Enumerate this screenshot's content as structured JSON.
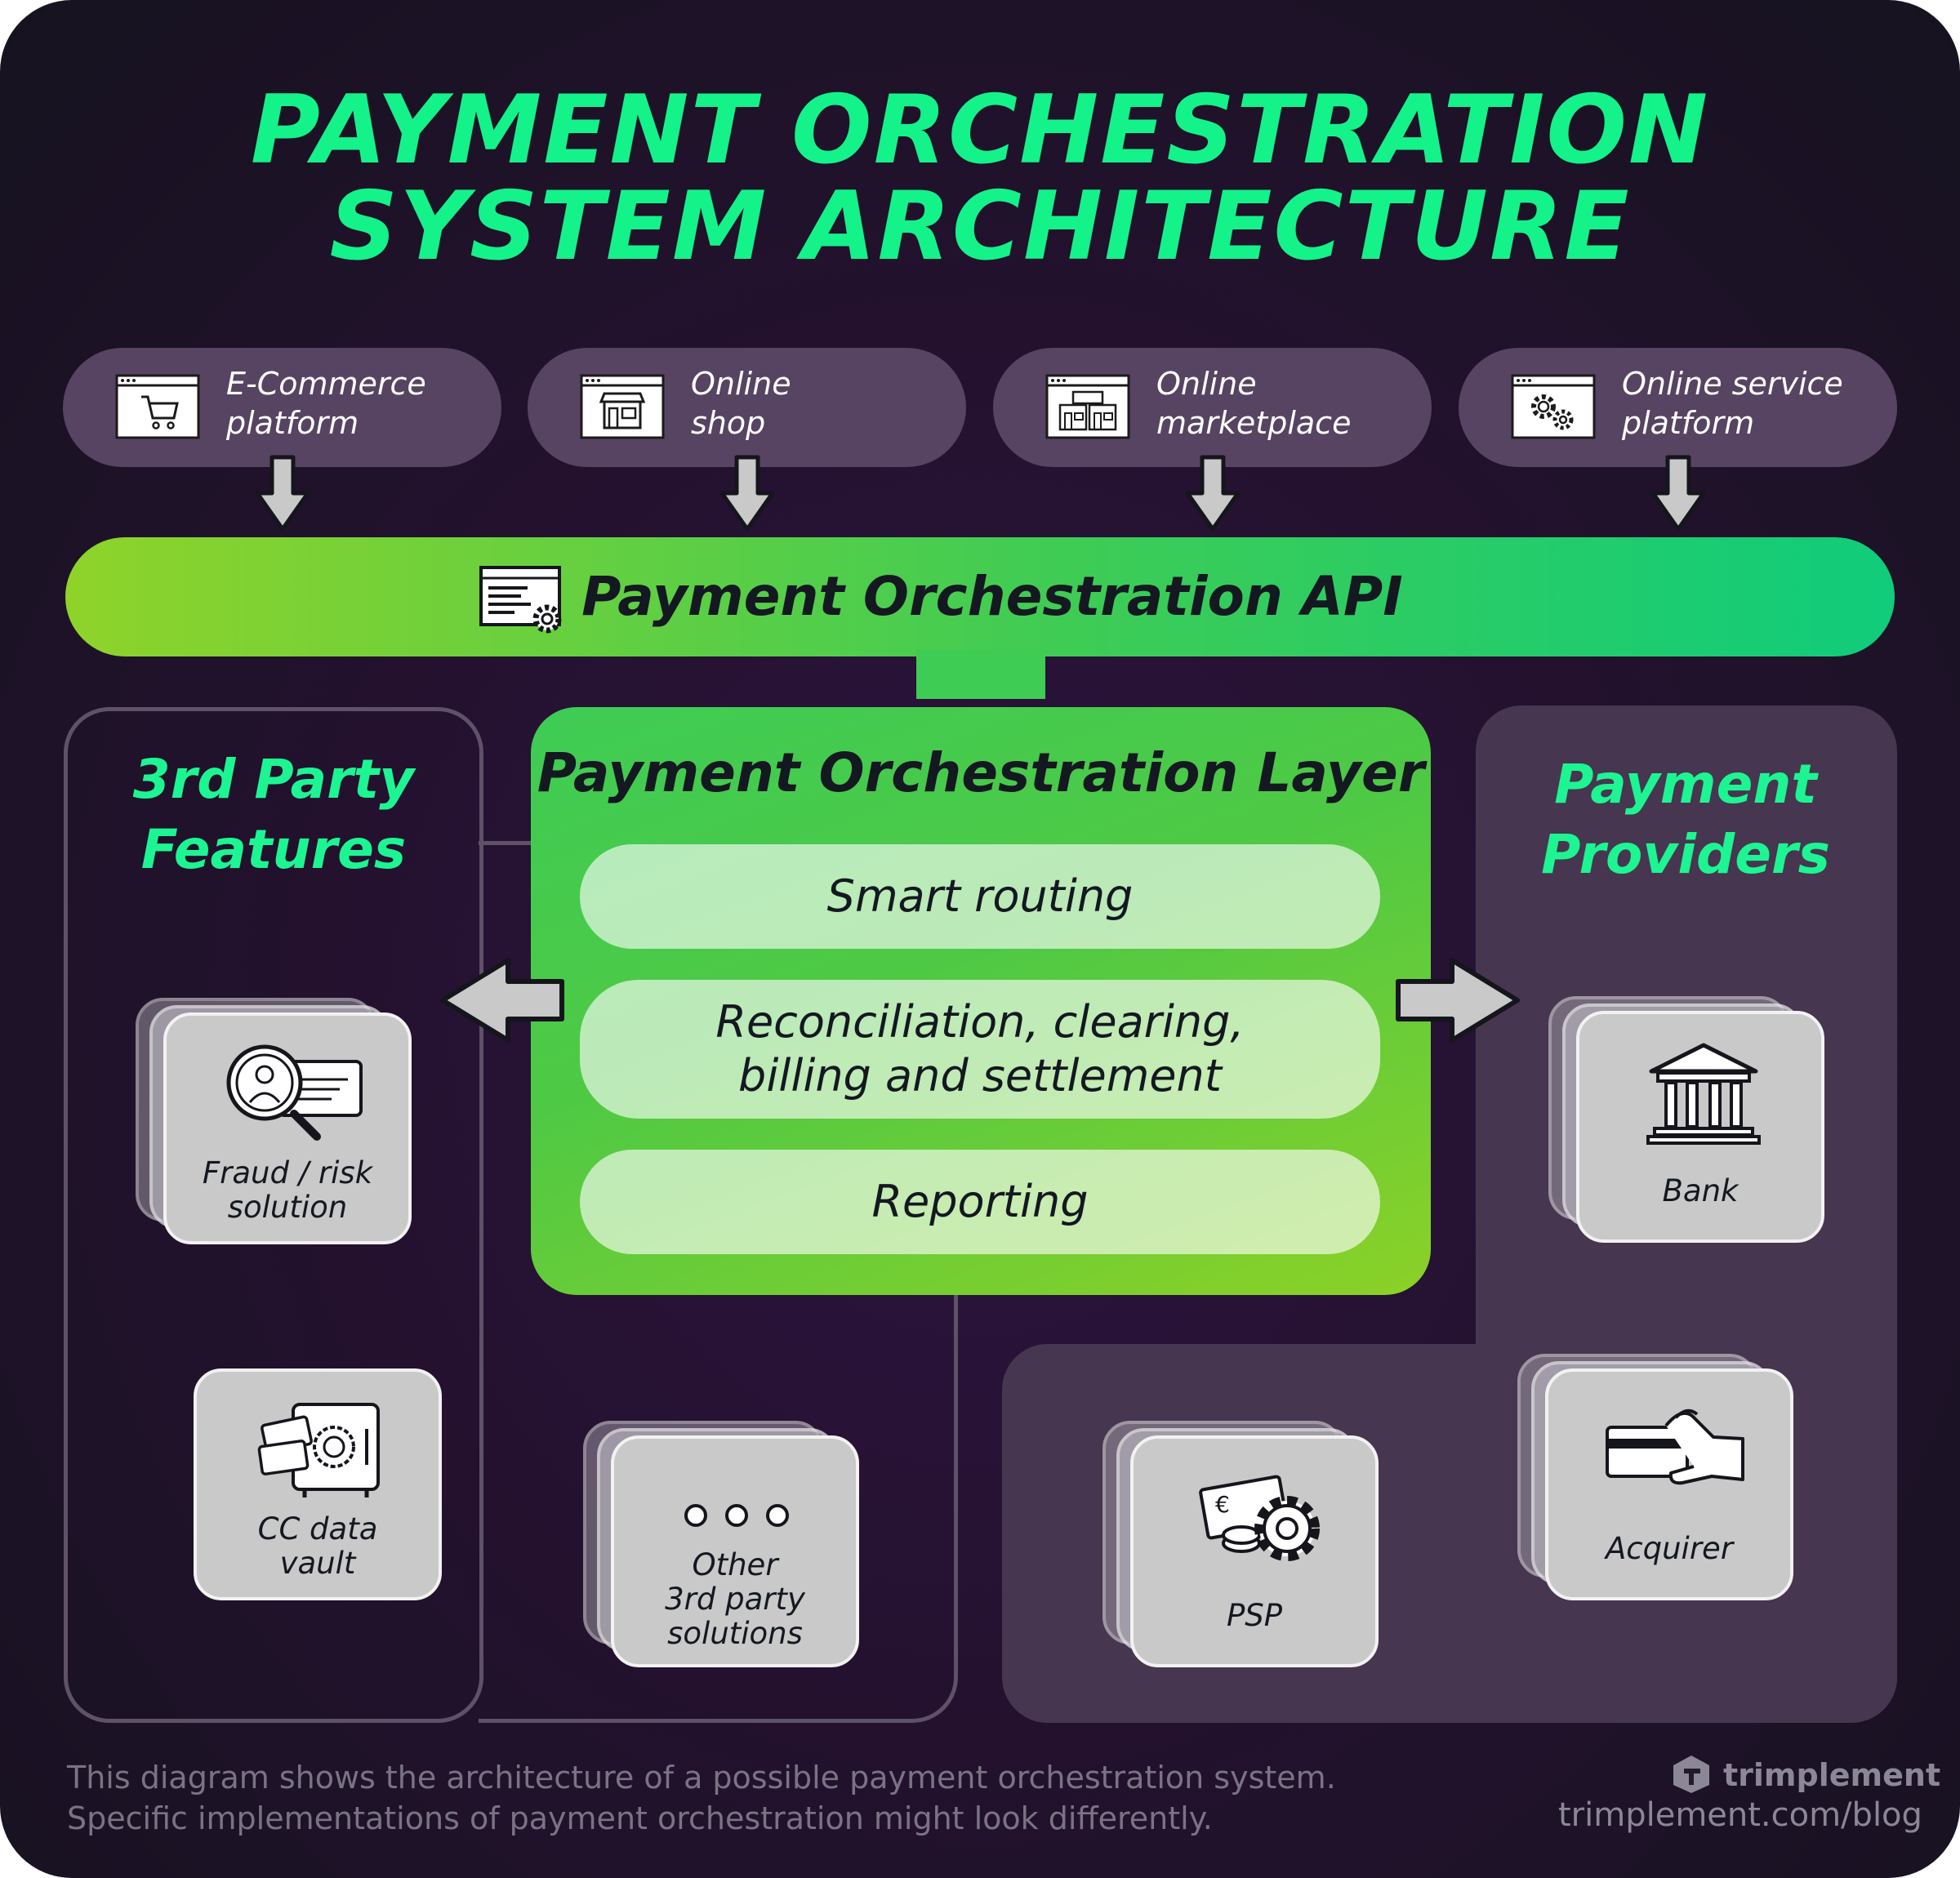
{
  "title": {
    "line1": "PAYMENT ORCHESTRATION",
    "line2": "SYSTEM ARCHITECTURE"
  },
  "sources": [
    {
      "line1": "E-Commerce",
      "line2": "platform",
      "icon": "shopping-cart-icon"
    },
    {
      "line1": "Online",
      "line2": "shop",
      "icon": "storefront-icon"
    },
    {
      "line1": "Online",
      "line2": "marketplace",
      "icon": "marketplace-icon"
    },
    {
      "line1": "Online service",
      "line2": "platform",
      "icon": "gears-icon"
    }
  ],
  "api": {
    "label": "Payment Orchestration API",
    "icon": "api-code-gear-icon"
  },
  "layer": {
    "title": "Payment Orchestration Layer",
    "items": [
      {
        "line1": "Smart routing",
        "line2": ""
      },
      {
        "line1": "Reconciliation, clearing,",
        "line2": "billing and settlement"
      },
      {
        "line1": "Reporting",
        "line2": ""
      }
    ]
  },
  "third_party": {
    "title_line1": "3rd Party",
    "title_line2": "Features",
    "cards": [
      {
        "line1": "Fraud / risk",
        "line2": "solution",
        "line3": "",
        "icon": "fraud-magnifier-icon"
      },
      {
        "line1": "CC data",
        "line2": "vault",
        "line3": "",
        "icon": "safe-vault-icon"
      },
      {
        "line1": "Other",
        "line2": "3rd party",
        "line3": "solutions",
        "icon": "ellipsis-icon"
      }
    ]
  },
  "providers": {
    "title_line1": "Payment",
    "title_line2": "Providers",
    "cards": [
      {
        "line1": "Bank",
        "icon": "bank-building-icon"
      },
      {
        "line1": "PSP",
        "icon": "money-gear-icon"
      },
      {
        "line1": "Acquirer",
        "icon": "card-hand-icon"
      }
    ]
  },
  "footer": {
    "line1": "This diagram shows the architecture of a possible payment orchestration system.",
    "line2": "Specific implementations of payment orchestration might look differently.",
    "brand": "trimplement",
    "url": "trimplement.com/blog"
  },
  "colors": {
    "accent_green": "#14f28a",
    "api_gradient_start": "#8fd32a",
    "api_gradient_end": "#10cc7b",
    "background": "#24112f",
    "card_fill": "#c9c9c9",
    "source_pill": "#564462"
  }
}
